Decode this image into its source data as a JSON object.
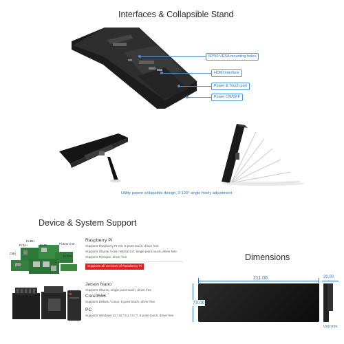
{
  "interfaces": {
    "title": "Interfaces & Collapsible Stand",
    "callouts": {
      "vesa": "50*50 VESA mounting holes",
      "hdmi": "HDMI interface",
      "power_touch": "Power & Touch port",
      "power_switch": "Power ON/OFF"
    },
    "stand_caption": "Utility patent collapsible design, 0-120° angle freely adjustment"
  },
  "device_support": {
    "title": "Device & System Support",
    "board_labels": {
      "pi3b": "Pi 3B+",
      "pi3a": "Pi 3A+",
      "pi4b": "Pi 4B",
      "pizero2w": "Pi Zero 2 W",
      "cm4": "CM4",
      "pizero": "Pi Zero"
    },
    "raspberry": {
      "name": "Raspberry Pi",
      "lines": [
        "Supports Raspberry Pi OS, 5-point touch, driver free",
        "Supports Ubuntu / Kali / WIN10 IoT, single point touch, driver free",
        "Supports Retropie, driver free"
      ],
      "highlight": "Supports all versions of Raspberry Pi"
    },
    "jetson": {
      "name": "Jetson Nano",
      "line": "Supports Ubuntu, single point touch, driver free"
    },
    "core": {
      "name": "Core3566",
      "line": "Supports Debian / Linux, 5 point touch, driver free"
    },
    "pc": {
      "name": "PC",
      "line": "Supports Windows 11 / 10 / 8.1 / 8 / 7, 5 point touch, driver free"
    }
  },
  "dimensions": {
    "title": "Dimensions",
    "width": "211.00",
    "height": "73.00",
    "depth": "20.00",
    "unit": "Unit:mm"
  },
  "colors": {
    "accent": "#2a6fb8",
    "highlight": "#e02020"
  }
}
